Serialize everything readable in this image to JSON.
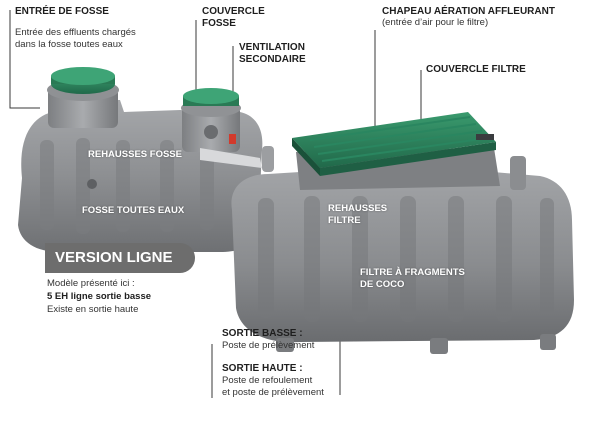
{
  "labels": {
    "entree_fosse": {
      "title": "ENTRÉE DE FOSSE",
      "desc_1": "Entrée des effluents chargés",
      "desc_2": "dans la fosse toutes eaux"
    },
    "couvercle_fosse": {
      "line_1": "COUVERCLE",
      "line_2": "FOSSE"
    },
    "ventilation": {
      "line_1": "VENTILATION",
      "line_2": "SECONDAIRE"
    },
    "chapeau": {
      "title": "CHAPEAU AÉRATION AFFLEURANT",
      "desc": "(entrée d’air pour le filtre)"
    },
    "couvercle_filtre": {
      "title": "COUVERCLE FILTRE"
    },
    "rehausses_fosse": {
      "title": "REHAUSSES FOSSE"
    },
    "fosse_toutes_eaux": {
      "title": "FOSSE TOUTES EAUX"
    },
    "rehausses_filtre": {
      "line_1": "REHAUSSES",
      "line_2": "FILTRE"
    },
    "filtre_coco": {
      "line_1": "FILTRE À FRAGMENTS",
      "line_2": "DE COCO"
    },
    "version": {
      "badge": "VERSION LIGNE",
      "desc_1": "Modèle présenté ici :",
      "desc_2": "5 EH ligne sortie basse",
      "desc_3": "Existe en sortie haute"
    },
    "sortie_basse": {
      "title": "SORTIE BASSE :",
      "desc": "Poste de prélèvement"
    },
    "sortie_haute": {
      "title": "SORTIE HAUTE :",
      "desc_1": "Poste de refoulement",
      "desc_2": "et poste de prélèvement"
    }
  },
  "colors": {
    "tank_grey": "#8c8e91",
    "cover_green": "#2e7d5b",
    "badge_grey": "#6d6d6d",
    "leader_line": "#3a3a3a"
  }
}
